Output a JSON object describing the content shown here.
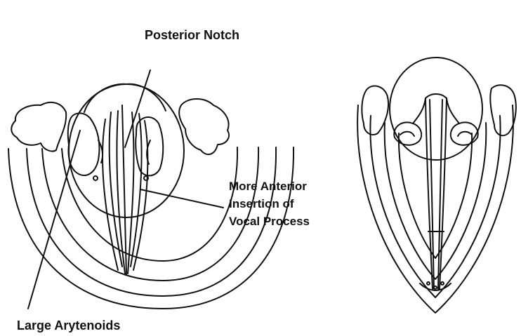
{
  "labels": {
    "posterior_notch": "Posterior Notch",
    "more_anterior": [
      "More Anterior",
      "Insertion of",
      "Vocal Process"
    ],
    "large_arytenoids": "Large Arytenoids"
  },
  "colors": {
    "ink": "#111111",
    "paper": "#ffffff"
  }
}
